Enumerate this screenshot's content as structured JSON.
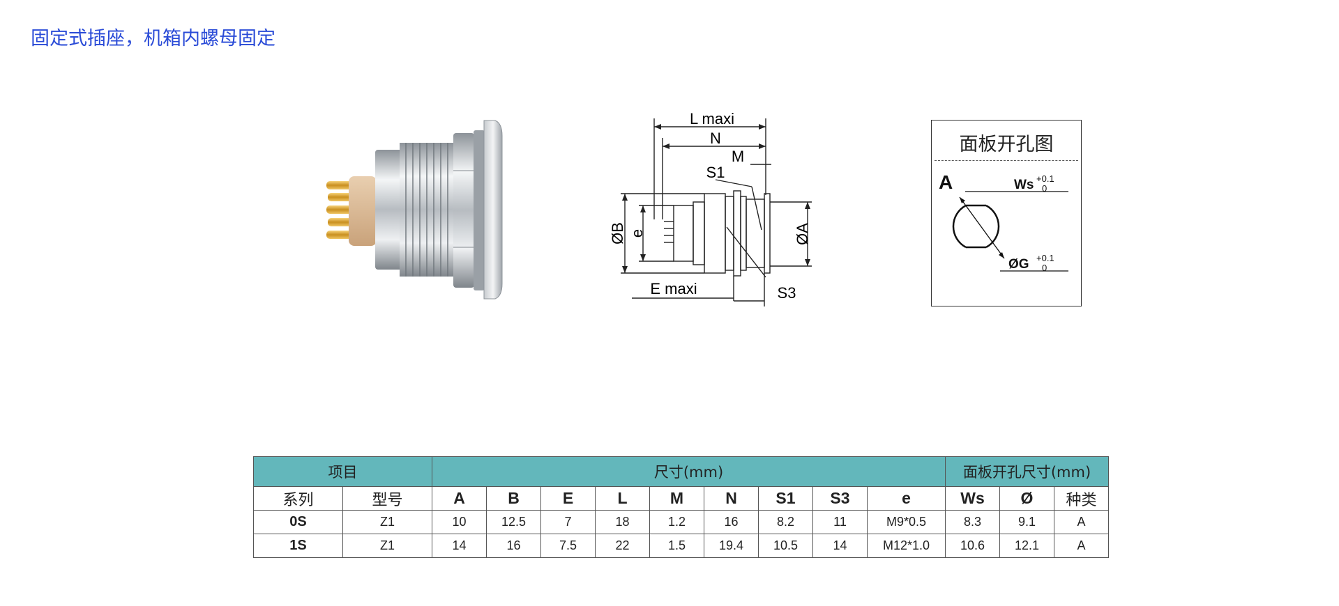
{
  "title": "固定式插座，机箱内螺母固定",
  "drawing": {
    "l_maxi": "L maxi",
    "n": "N",
    "m": "M",
    "s1": "S1",
    "b": "ØB",
    "e": "e",
    "a": "ØA",
    "e_maxi": "E maxi",
    "s3": "S3"
  },
  "cutout": {
    "title": "面板开孔图",
    "type": "A",
    "ws_label": "Ws",
    "ws_tol_upper": "+0.1",
    "ws_tol_lower": "0",
    "g_label": "ØG",
    "g_tol_upper": "+0.1",
    "g_tol_lower": "0"
  },
  "table": {
    "group_headers": {
      "item": "项目",
      "dims": "尺寸(mm)",
      "panel": "面板开孔尺寸(mm)"
    },
    "columns": [
      "系列",
      "型号",
      "A",
      "B",
      "E",
      "L",
      "M",
      "N",
      "S1",
      "S3",
      "e",
      "Ws",
      "Ø",
      "种类"
    ],
    "rows": [
      [
        "0S",
        "Z1",
        "10",
        "12.5",
        "7",
        "18",
        "1.2",
        "16",
        "8.2",
        "11",
        "M9*0.5",
        "8.3",
        "9.1",
        "A"
      ],
      [
        "1S",
        "Z1",
        "14",
        "16",
        "7.5",
        "22",
        "1.5",
        "19.4",
        "10.5",
        "14",
        "M12*1.0",
        "10.6",
        "12.1",
        "A"
      ]
    ]
  }
}
